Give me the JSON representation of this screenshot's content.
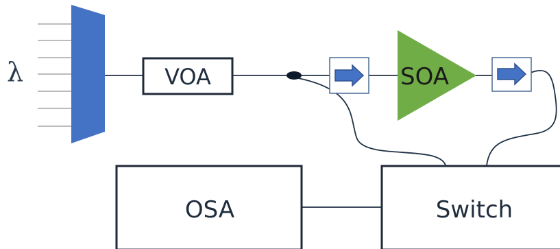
{
  "diagram": {
    "input_label": "λ",
    "voa_label": "VOA",
    "soa_label": "SOA",
    "osa_label": "OSA",
    "switch_label": "Switch"
  },
  "colors": {
    "mux_fill": "#4472C4",
    "soa_fill": "#70AD47",
    "isolator_arrow": "#4472C4",
    "line": "#1f3146",
    "input_lines": "#a6a6a6",
    "box_stroke": "#1f2937"
  },
  "icons": {
    "isolator": "right-arrow-icon",
    "coupler": "coupler-dot-icon"
  }
}
